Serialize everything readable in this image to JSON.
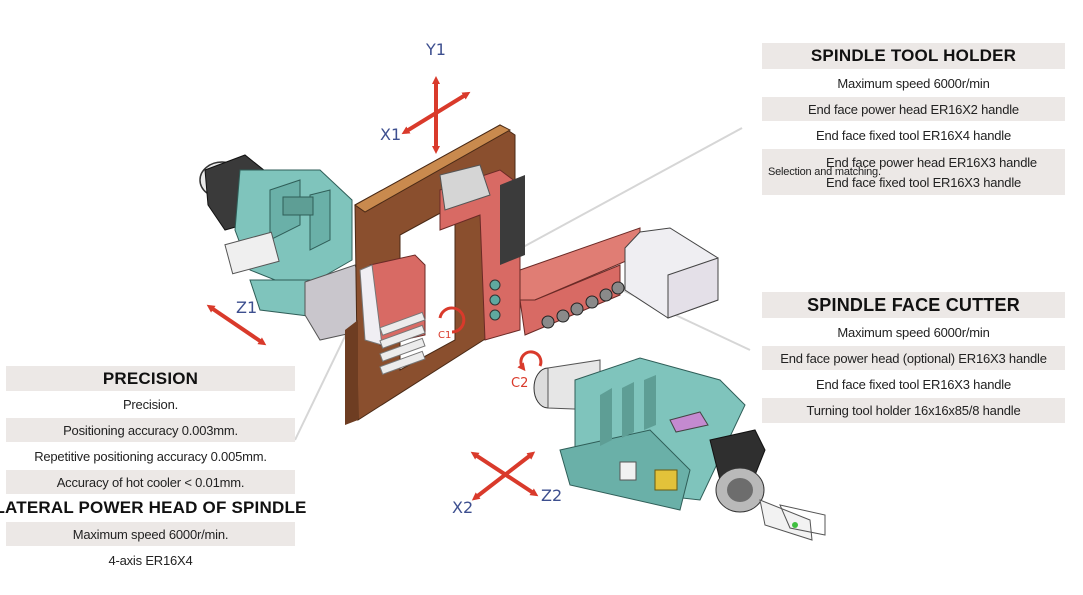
{
  "axes": {
    "y1": "Y1",
    "x1": "X1",
    "z1": "Z1",
    "x2": "X2",
    "z2": "Z2",
    "c1": "C1",
    "c2": "C2"
  },
  "colors": {
    "arrow": "#d93a2b",
    "axis_label": "#3d4f8f",
    "panel_shade": "#ece8e6",
    "frame_brown": "#8a4f2e",
    "frame_top": "#c98a4e",
    "teal_body": "#7fc4bc",
    "red_block": "#d86a64",
    "motor_grey": "#c9c6cc"
  },
  "spindle_tool_holder": {
    "title": "SPINDLE TOOL HOLDER",
    "rows": [
      "Maximum speed 6000r/min",
      "End face power head ER16X2 handle",
      "End face fixed tool ER16X4 handle"
    ],
    "selection": {
      "label": "Selection and matching.",
      "items": [
        "End face power head ER16X3 handle",
        "End face fixed tool ER16X3 handle"
      ]
    }
  },
  "spindle_face_cutter": {
    "title": "SPINDLE FACE CUTTER",
    "rows": [
      "Maximum speed 6000r/min",
      "End face power head (optional) ER16X3 handle",
      "End face fixed tool ER16X3 handle",
      "Turning tool holder 16x16x85/8 handle"
    ]
  },
  "precision": {
    "title": "PRECISION",
    "rows": [
      "Precision.",
      "Positioning accuracy 0.003mm.",
      "Repetitive positioning accuracy 0.005mm.",
      "Accuracy of hot cooler < 0.01mm."
    ]
  },
  "lateral_power_head": {
    "title": "LATERAL POWER HEAD OF SPINDLE",
    "rows": [
      "Maximum speed 6000r/min.",
      "4-axis ER16X4"
    ]
  }
}
